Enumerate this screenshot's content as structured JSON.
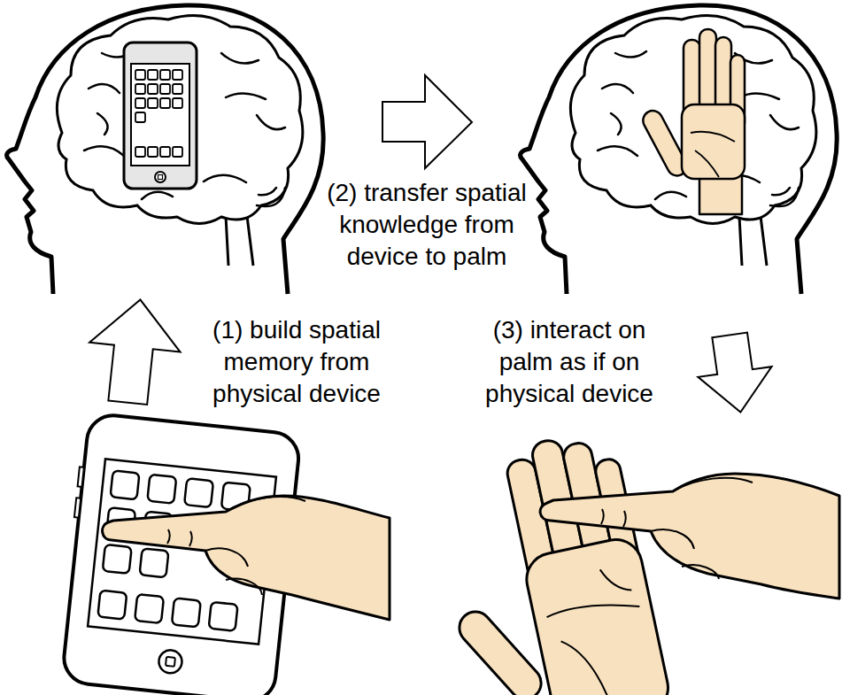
{
  "diagram": {
    "labels": [
      "(1) build spatial memory from physical device",
      "(2) transfer spatial knowledge from device to palm",
      "(3) interact on palm as if on physical device"
    ]
  }
}
